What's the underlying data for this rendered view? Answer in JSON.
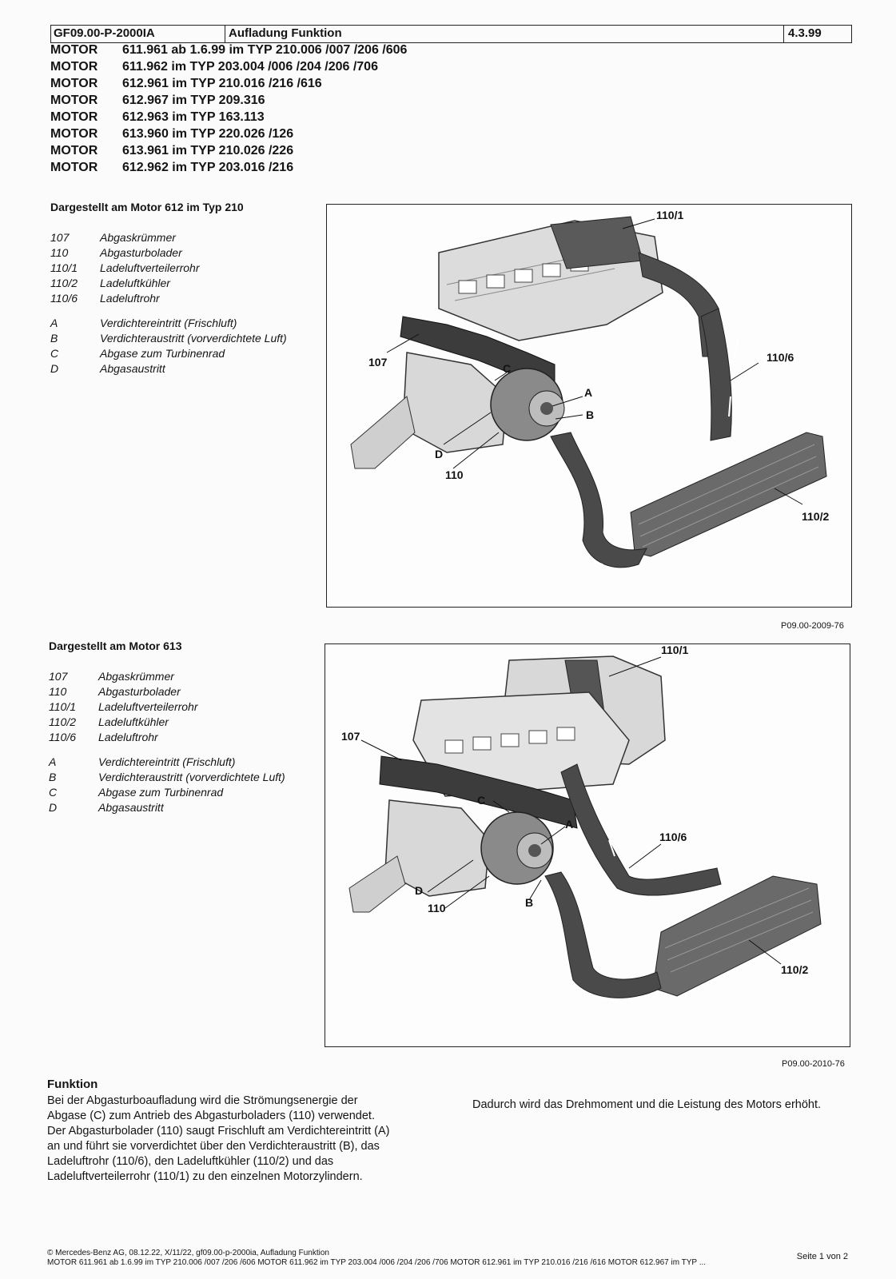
{
  "header": {
    "doc_id": "GF09.00-P-2000IA",
    "title": "Aufladung Funktion",
    "date": "4.3.99"
  },
  "motors": [
    {
      "label": "MOTOR",
      "desc": "611.961 ab 1.6.99 im TYP 210.006 /007 /206 /606"
    },
    {
      "label": "MOTOR",
      "desc": "611.962 im TYP 203.004 /006 /204 /206 /706"
    },
    {
      "label": "MOTOR",
      "desc": "612.961 im TYP 210.016 /216 /616"
    },
    {
      "label": "MOTOR",
      "desc": "612.967 im TYP 209.316"
    },
    {
      "label": "MOTOR",
      "desc": "612.963 im TYP 163.113"
    },
    {
      "label": "MOTOR",
      "desc": "613.960 im TYP 220.026 /126"
    },
    {
      "label": "MOTOR",
      "desc": "613.961 im TYP 210.026 /226"
    },
    {
      "label": "MOTOR",
      "desc": "612.962 im TYP 203.016 /216"
    }
  ],
  "section1": {
    "title": "Dargestellt am Motor 612 im Typ 210",
    "components": [
      {
        "key": "107",
        "value": "Abgaskrümmer"
      },
      {
        "key": "110",
        "value": "Abgasturbolader"
      },
      {
        "key": "110/1",
        "value": "Ladeluftverteilerrohr"
      },
      {
        "key": "110/2",
        "value": "Ladeluftkühler"
      },
      {
        "key": "110/6",
        "value": "Ladeluftrohr"
      }
    ],
    "points": [
      {
        "key": "A",
        "value": "Verdichtereintritt (Frischluft)"
      },
      {
        "key": "B",
        "value": "Verdichteraustritt (vorverdichtete Luft)"
      },
      {
        "key": "C",
        "value": "Abgase zum Turbinenrad"
      },
      {
        "key": "D",
        "value": "Abgasaustritt"
      }
    ],
    "figure_code": "P09.00-2009-76",
    "callouts": {
      "c1101": "110/1",
      "c107": "107",
      "c1106": "110/6",
      "cA": "A",
      "cB": "B",
      "cC": "C",
      "cD": "D",
      "c110": "110",
      "c1102": "110/2"
    }
  },
  "section2": {
    "title": "Dargestellt am Motor 613",
    "components": [
      {
        "key": "107",
        "value": "Abgaskrümmer"
      },
      {
        "key": "110",
        "value": "Abgasturbolader"
      },
      {
        "key": "110/1",
        "value": "Ladeluftverteilerrohr"
      },
      {
        "key": "110/2",
        "value": "Ladeluftkühler"
      },
      {
        "key": "110/6",
        "value": "Ladeluftrohr"
      }
    ],
    "points": [
      {
        "key": "A",
        "value": "Verdichtereintritt (Frischluft)"
      },
      {
        "key": "B",
        "value": "Verdichteraustritt (vorverdichtete Luft)"
      },
      {
        "key": "C",
        "value": "Abgase zum Turbinenrad"
      },
      {
        "key": "D",
        "value": "Abgasaustritt"
      }
    ],
    "figure_code": "P09.00-2010-76",
    "callouts": {
      "c1101": "110/1",
      "c107": "107",
      "c1106": "110/6",
      "cA": "A",
      "cB": "B",
      "cC": "C",
      "cD": "D",
      "c110": "110",
      "c1102": "110/2"
    }
  },
  "funktion": {
    "title": "Funktion",
    "lines": [
      "Bei der Abgasturboaufladung wird die Strömungsenergie der",
      "Abgase (C) zum Antrieb des Abgasturboladers (110) verwendet.",
      "Der Abgasturbolader (110) saugt Frischluft am Verdichtereintritt (A)",
      "an und führt sie vorverdichtet über den Verdichteraustritt (B), das",
      "Ladeluftrohr (110/6), den Ladeluftkühler (110/2) und das",
      "Ladeluftverteilerrohr (110/1) zu den einzelnen Motorzylindern."
    ],
    "right": "Dadurch wird das Drehmoment und die Leistung des Motors erhöht."
  },
  "footer": {
    "line1": "© Mercedes-Benz AG, 08.12.22, X/11/22, gf09.00-p-2000ia, Aufladung Funktion",
    "line2": "MOTOR 611.961 ab 1.6.99 im TYP 210.006 /007 /206 /606 MOTOR 611.962 im TYP 203.004 /006 /204 /206 /706 MOTOR 612.961 im TYP 210.016 /216 /616 MOTOR 612.967 im TYP ...",
    "page": "Seite 1 von 2"
  }
}
